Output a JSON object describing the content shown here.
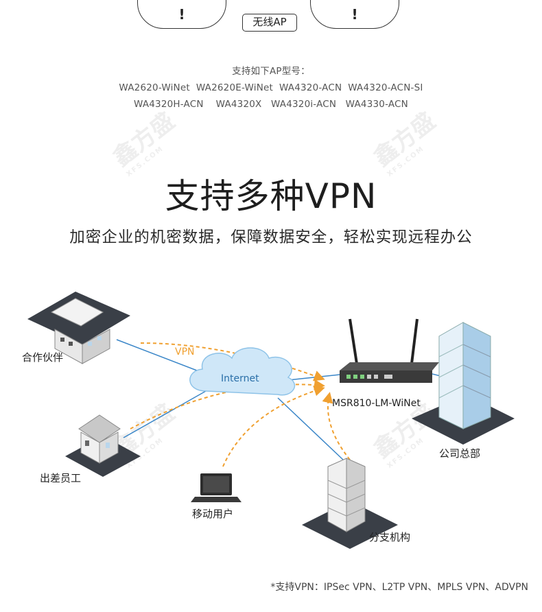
{
  "ap_section": {
    "left_mark": "!",
    "right_mark": "!",
    "label": "无线AP",
    "models_title": "支持如下AP型号：",
    "models_line1": "WA2620-WiNet  WA2620E-WiNet  WA4320-ACN  WA4320-ACN-SI",
    "models_line2": "WA4320H-ACN    WA4320X   WA4320i-ACN   WA4330-ACN"
  },
  "vpn_section": {
    "title": "支持多种VPN",
    "subtitle": "加密企业的机密数据，保障数据安全，轻松实现远程办公"
  },
  "diagram": {
    "cloud_label": "Internet",
    "vpn_label": "VPN",
    "router_label": "MSR810-LM-WiNet",
    "nodes": {
      "partner": "合作伙伴",
      "traveling_staff": "出差员工",
      "mobile_user": "移动用户",
      "branch": "分支机构",
      "headquarters": "公司总部"
    },
    "colors": {
      "solid_link": "#3a86c8",
      "vpn_link": "#f0a030",
      "cloud": "#cfe7f8",
      "building": "#b9d6ec"
    }
  },
  "footnote": "*支持VPN：IPSec VPN、L2TP VPN、MPLS VPN、ADVPN",
  "watermark": {
    "main": "鑫方盛",
    "sub": "XFS.COM"
  }
}
